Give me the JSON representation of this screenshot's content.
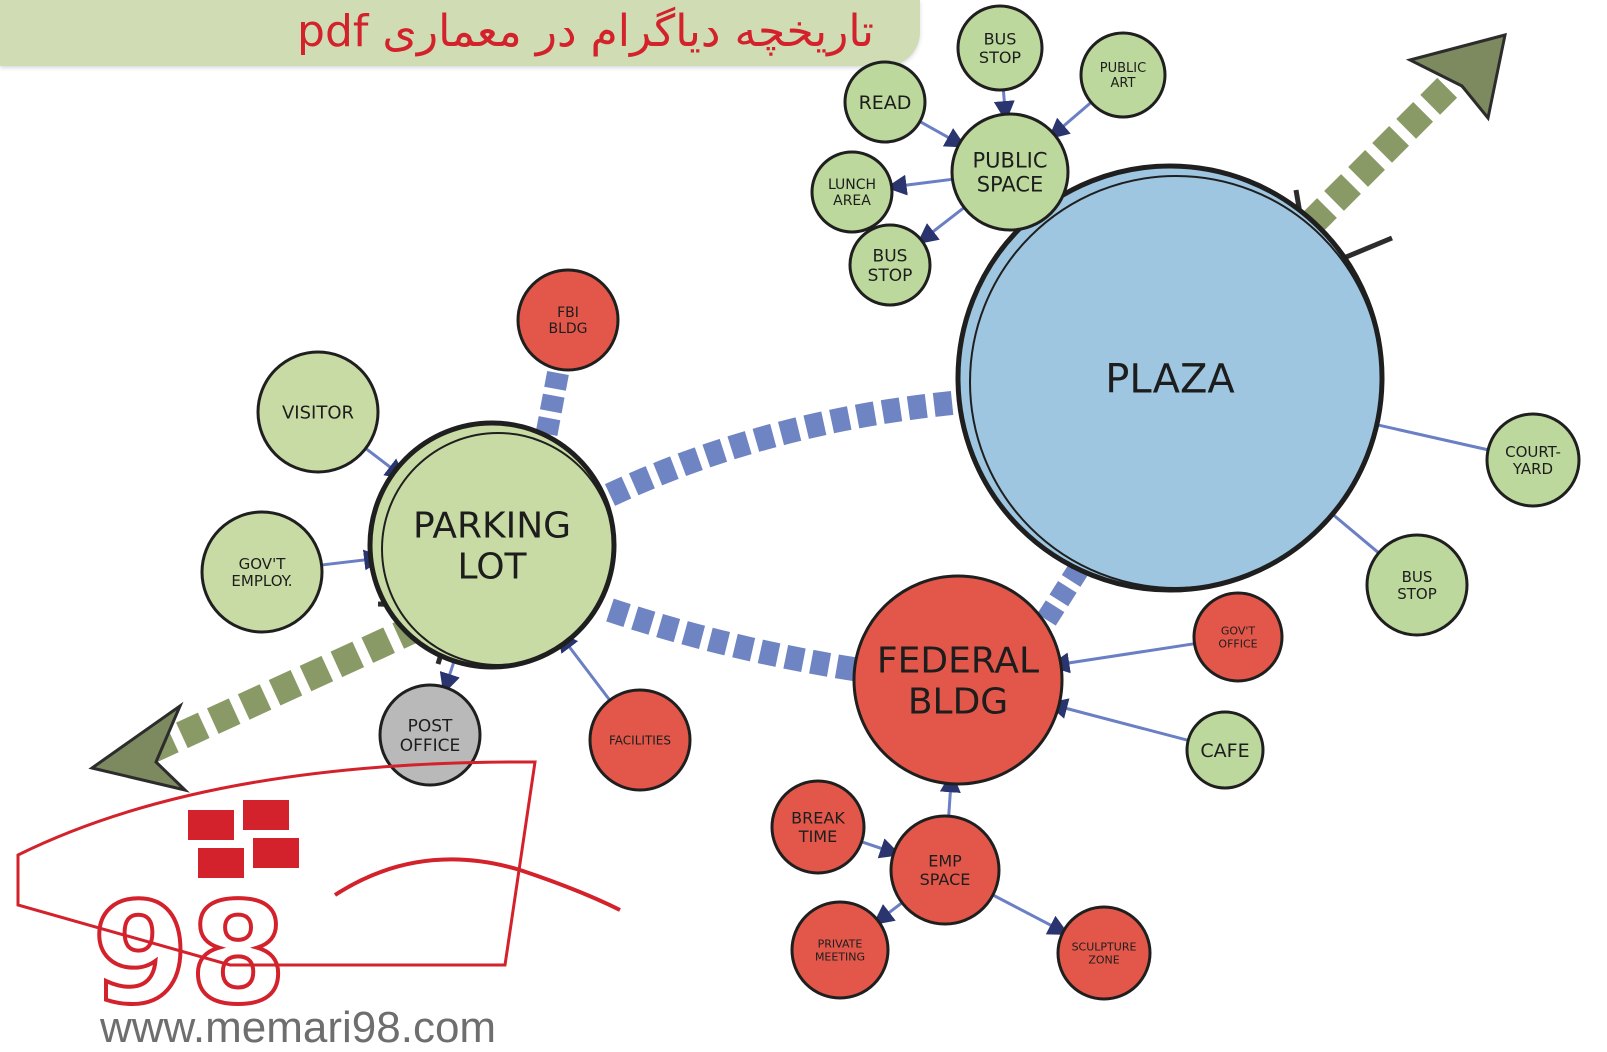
{
  "banner": {
    "title": "تاریخچه دیاگرام در معماری pdf"
  },
  "diagram": {
    "nodes": [
      {
        "id": "plaza",
        "lines": [
          "PLAZA"
        ],
        "fill": "#9ec6e0"
      },
      {
        "id": "parking-lot",
        "lines": [
          "PARKING",
          "LOT"
        ],
        "fill": "#c9dba4"
      },
      {
        "id": "public-space",
        "lines": [
          "PUBLIC",
          "SPACE"
        ],
        "fill": "#bcd89c"
      },
      {
        "id": "federal-bldg",
        "lines": [
          "FEDERAL",
          "BLDG"
        ],
        "fill": "#e2574a"
      },
      {
        "id": "emp-space",
        "lines": [
          "EMP",
          "SPACE"
        ],
        "fill": "#e2574a"
      },
      {
        "id": "bus-stop-top",
        "lines": [
          "BUS",
          "STOP"
        ],
        "fill": "#bcd89c"
      },
      {
        "id": "public-art",
        "lines": [
          "PUBLIC",
          "ART"
        ],
        "fill": "#bcd89c"
      },
      {
        "id": "read",
        "lines": [
          "READ"
        ],
        "fill": "#bcd89c"
      },
      {
        "id": "lunch-area",
        "lines": [
          "LUNCH",
          "AREA"
        ],
        "fill": "#bcd89c"
      },
      {
        "id": "bus-stop-left",
        "lines": [
          "BUS",
          "STOP"
        ],
        "fill": "#bcd89c"
      },
      {
        "id": "court-yard",
        "lines": [
          "COURT-",
          "YARD"
        ],
        "fill": "#bcd89c"
      },
      {
        "id": "bus-stop-right",
        "lines": [
          "BUS",
          "STOP"
        ],
        "fill": "#bcd89c"
      },
      {
        "id": "fbi-bldg",
        "lines": [
          "FBI",
          "BLDG"
        ],
        "fill": "#e2574a"
      },
      {
        "id": "visitor",
        "lines": [
          "VISITOR"
        ],
        "fill": "#c9dba4"
      },
      {
        "id": "govt-employ",
        "lines": [
          "GOV'T",
          "EMPLOY."
        ],
        "fill": "#c9dba4"
      },
      {
        "id": "post-office",
        "lines": [
          "POST",
          "OFFICE"
        ],
        "fill": "#b9b9b9"
      },
      {
        "id": "facilities",
        "lines": [
          "FACILITIES"
        ],
        "fill": "#e2574a"
      },
      {
        "id": "govt-office",
        "lines": [
          "GOV'T",
          "OFFICE"
        ],
        "fill": "#e2574a"
      },
      {
        "id": "cafe",
        "lines": [
          "CAFE"
        ],
        "fill": "#bcd89c"
      },
      {
        "id": "break-time",
        "lines": [
          "BREAK",
          "TIME"
        ],
        "fill": "#e2574a"
      },
      {
        "id": "private-meeting",
        "lines": [
          "PRIVATE",
          "MEETING"
        ],
        "fill": "#e2574a"
      },
      {
        "id": "sculpture-zone",
        "lines": [
          "SCULPTURE",
          "ZONE"
        ],
        "fill": "#e2574a"
      }
    ]
  },
  "watermark": {
    "digits": "98",
    "url": "www.memari98.com"
  },
  "colors": {
    "green": "#bcd89c",
    "blue": "#9ec6e0",
    "red": "#e2574a",
    "gray": "#b9b9b9",
    "link": "#6a7fc4",
    "brand": "#d3222b",
    "arrow": "#8a9a66"
  }
}
